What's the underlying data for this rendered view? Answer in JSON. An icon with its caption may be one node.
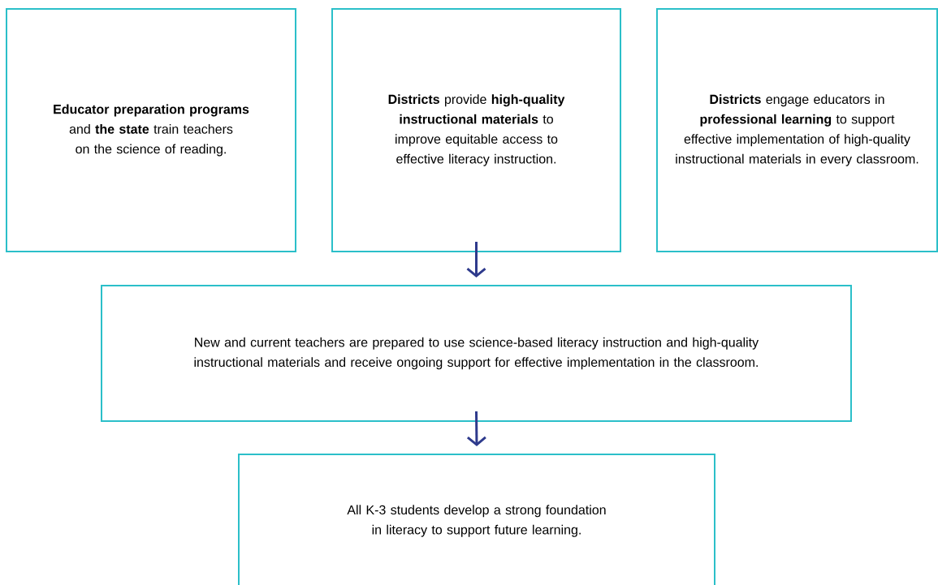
{
  "diagram": {
    "nodes": [
      {
        "text": [
          "**Educator preparation programs** and **the state** train teachers on the science of reading."
        ]
      },
      {
        "text": [
          "**Districts** provide **high-quality instructional materials** to improve equitable access to effective literacy instruction."
        ]
      },
      {
        "text": [
          "**Districts** engage educators in **professional learning** to support effective implementation of high-quality instructional materials in every classroom."
        ]
      },
      {
        "text": [
          "New and current teachers are prepared to use science-based literacy instruction and high-quality instructional materials and receive ongoing support for effective implementation in the classroom."
        ]
      },
      {
        "text": [
          "All K-3 students develop a strong foundation in literacy to support future learning."
        ]
      }
    ],
    "edges": [
      {
        "from": 1,
        "to": 3,
        "arrow": "to"
      },
      {
        "from": 3,
        "to": 4,
        "arrow": "to"
      }
    ]
  }
}
